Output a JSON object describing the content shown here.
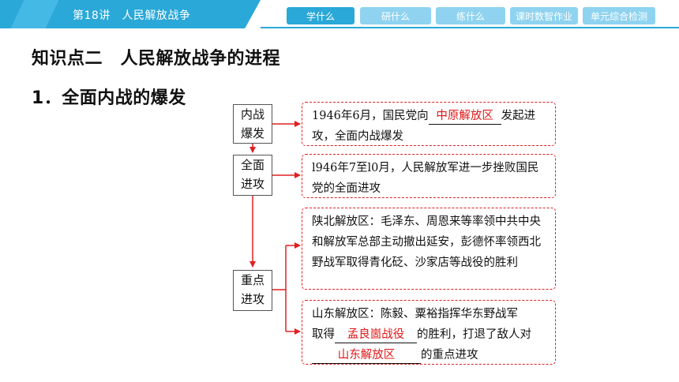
{
  "header": {
    "lesson_title": "第18讲　人民解放战争",
    "nav": [
      {
        "label": "学什么",
        "active": true
      },
      {
        "label": "研什么",
        "active": false
      },
      {
        "label": "练什么",
        "active": false
      },
      {
        "label": "课时数智作业",
        "active": false
      },
      {
        "label": "单元综合检测",
        "active": false
      }
    ]
  },
  "content": {
    "title": "知识点二　人民解放战争的进程",
    "subtitle": "1．全面内战的爆发"
  },
  "diagram": {
    "stages": [
      {
        "line1": "内战",
        "line2": "爆发"
      },
      {
        "line1": "全面",
        "line2": "进攻"
      },
      {
        "line1": "重点",
        "line2": "进攻"
      }
    ],
    "box1": {
      "before": "1946年6月，国民党向",
      "answer": "中原解放区",
      "after": "发起进攻，全面内战爆发"
    },
    "box2": {
      "text": "l946年7至l0月，人民解放军进一步挫败国民党的全面进攻"
    },
    "box3": {
      "text": "陕北解放区：毛泽东、周恩来等率领中共中央和解放军总部主动撤出延安，彭德怀率领西北野战军取得青化砭、沙家店等战役的胜利"
    },
    "box4": {
      "line1": "山东解放区：陈毅、粟裕指挥华东野战军",
      "pre2": "取得",
      "answer2": "孟良崮战役",
      "post2": "的胜利，打退了敌人对",
      "answer3": "山东解放区",
      "post3": "的重点进攻"
    },
    "colors": {
      "accent": "#2aa8d8",
      "answer": "#e01818",
      "arrow": "#e02020"
    }
  }
}
